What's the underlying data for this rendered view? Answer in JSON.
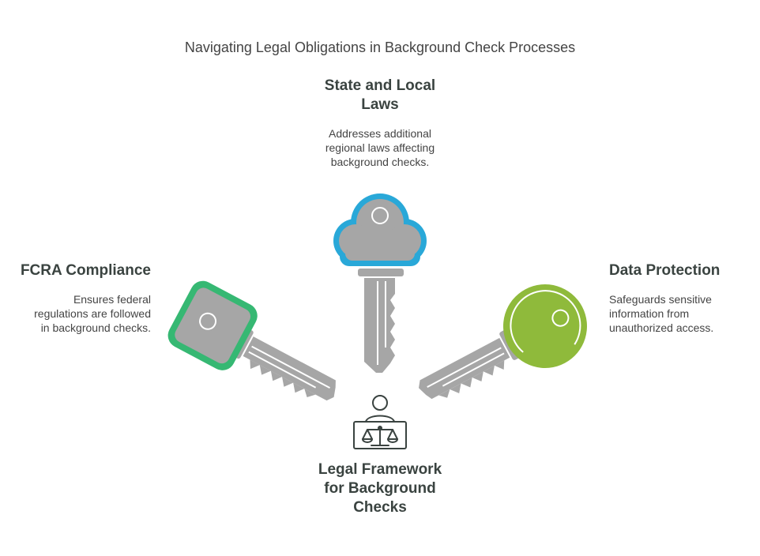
{
  "title": "Navigating Legal Obligations in Background Check Processes",
  "top": {
    "heading_line1": "State and Local",
    "heading_line2": "Laws",
    "desc_line1": "Addresses additional",
    "desc_line2": "regional laws affecting",
    "desc_line3": "background checks."
  },
  "left": {
    "heading": "FCRA Compliance",
    "desc_line1": "Ensures federal",
    "desc_line2": "regulations are followed",
    "desc_line3": "in background checks."
  },
  "right": {
    "heading": "Data Protection",
    "desc_line1": "Safeguards sensitive",
    "desc_line2": "information from",
    "desc_line3": "unauthorized access."
  },
  "bottom": {
    "heading_line1": "Legal Framework",
    "heading_line2": "for Background",
    "heading_line3": "Checks"
  },
  "colors": {
    "key_gray": "#a6a6a6",
    "top_accent": "#29a8d8",
    "left_accent": "#36b873",
    "right_accent": "#8fba3b",
    "icon_stroke": "#3a4340"
  },
  "icons": {
    "center": "judge-scales-icon"
  }
}
